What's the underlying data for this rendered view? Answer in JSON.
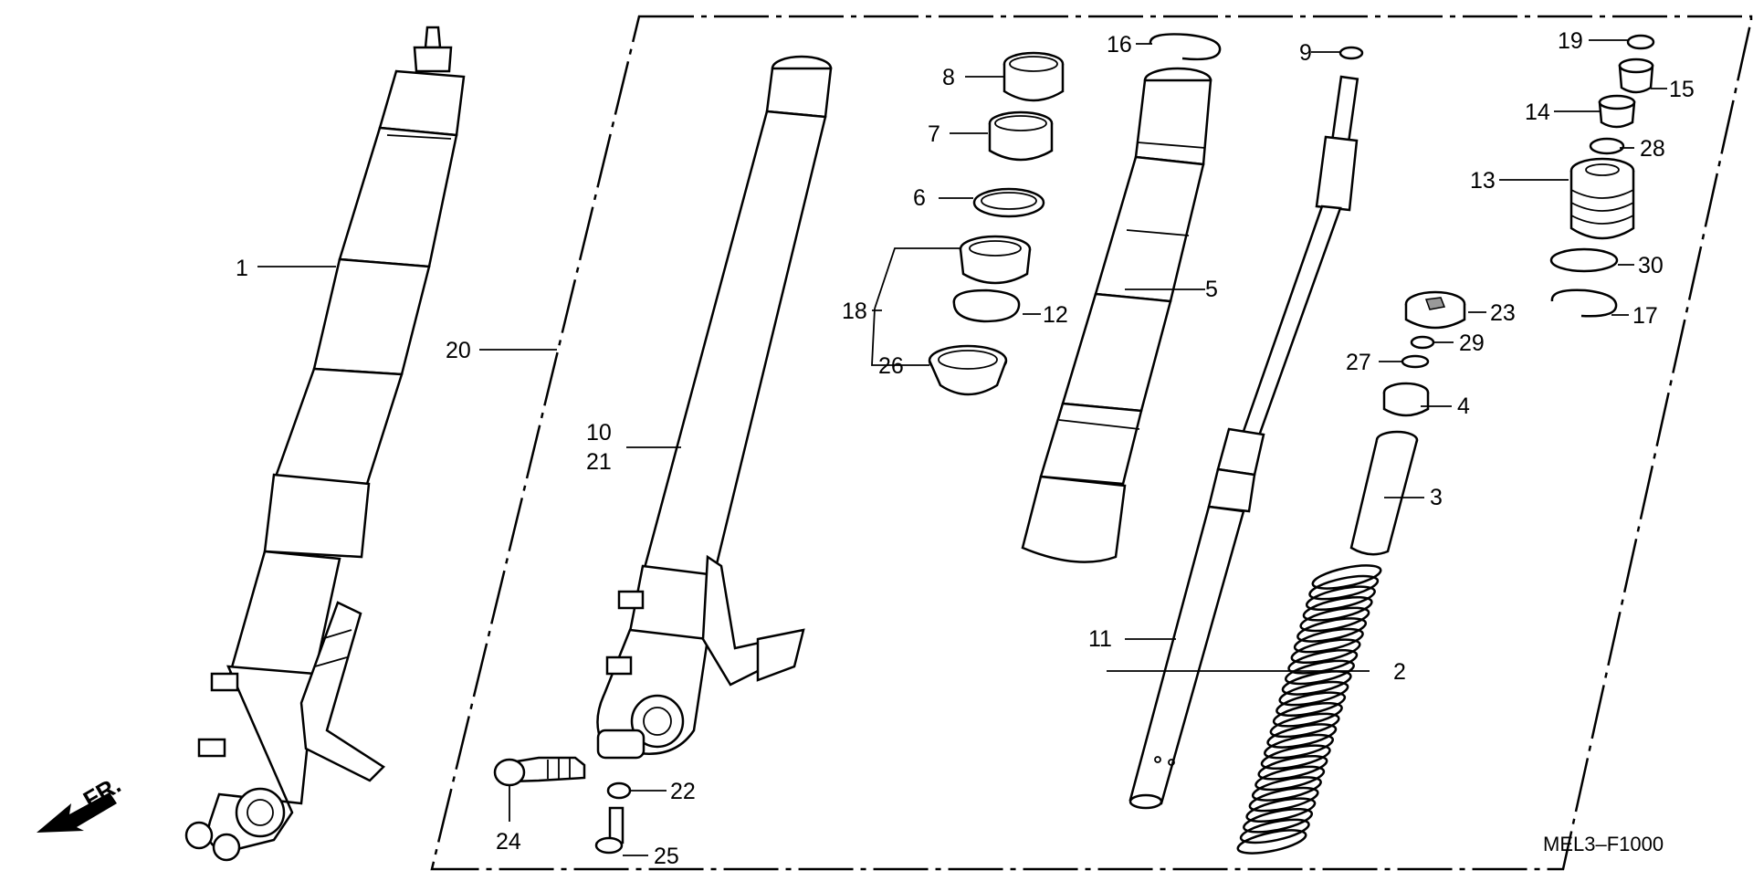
{
  "diagram_code": "MEL3–F1000",
  "direction_label": "FR.",
  "callouts": [
    {
      "id": "c1",
      "text": "1"
    },
    {
      "id": "c2",
      "text": "2"
    },
    {
      "id": "c3",
      "text": "3"
    },
    {
      "id": "c4",
      "text": "4"
    },
    {
      "id": "c5",
      "text": "5"
    },
    {
      "id": "c6",
      "text": "6"
    },
    {
      "id": "c7",
      "text": "7"
    },
    {
      "id": "c8",
      "text": "8"
    },
    {
      "id": "c9",
      "text": "9"
    },
    {
      "id": "c10",
      "text": "10"
    },
    {
      "id": "c11",
      "text": "11"
    },
    {
      "id": "c12",
      "text": "12"
    },
    {
      "id": "c13",
      "text": "13"
    },
    {
      "id": "c14",
      "text": "14"
    },
    {
      "id": "c15",
      "text": "15"
    },
    {
      "id": "c16",
      "text": "16"
    },
    {
      "id": "c17",
      "text": "17"
    },
    {
      "id": "c18",
      "text": "18"
    },
    {
      "id": "c19",
      "text": "19"
    },
    {
      "id": "c20",
      "text": "20"
    },
    {
      "id": "c21",
      "text": "21"
    },
    {
      "id": "c22",
      "text": "22"
    },
    {
      "id": "c23",
      "text": "23"
    },
    {
      "id": "c24",
      "text": "24"
    },
    {
      "id": "c25",
      "text": "25"
    },
    {
      "id": "c26",
      "text": "26"
    },
    {
      "id": "c27",
      "text": "27"
    },
    {
      "id": "c28",
      "text": "28"
    },
    {
      "id": "c29",
      "text": "29"
    },
    {
      "id": "c30",
      "text": "30"
    }
  ]
}
